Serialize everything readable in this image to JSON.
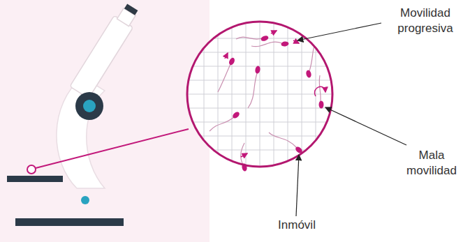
{
  "diagram": {
    "labels": [
      "Movilidad progresiva",
      "Mala movilidad",
      "Inmóvil"
    ]
  }
}
